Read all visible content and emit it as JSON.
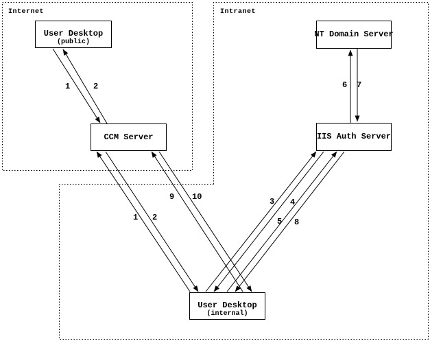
{
  "diagram": {
    "zones": [
      {
        "id": "internet",
        "label": "Internet"
      },
      {
        "id": "intranet",
        "label": "Intranet"
      }
    ],
    "nodes": {
      "user_desktop_public": {
        "title": "User Desktop",
        "subtitle": "(public)"
      },
      "ccm_server": {
        "title": "CCM Server"
      },
      "nt_domain_server": {
        "title": "NT Domain Server"
      },
      "iis_auth_server": {
        "title": "IIS Auth Server"
      },
      "user_desktop_internal": {
        "title": "User Desktop",
        "subtitle": "(internal)"
      }
    },
    "arrows": [
      {
        "label": "1",
        "from": "user-desktop-public",
        "to": "ccm-server"
      },
      {
        "label": "2",
        "from": "ccm-server",
        "to": "user-desktop-public"
      },
      {
        "label": "1",
        "from": "user-desktop-internal",
        "to": "ccm-server"
      },
      {
        "label": "2",
        "from": "ccm-server",
        "to": "user-desktop-internal"
      },
      {
        "label": "9",
        "from": "user-desktop-internal",
        "to": "ccm-server"
      },
      {
        "label": "10",
        "from": "ccm-server",
        "to": "user-desktop-internal"
      },
      {
        "label": "3",
        "from": "user-desktop-internal",
        "to": "iis-auth-server"
      },
      {
        "label": "4",
        "from": "iis-auth-server",
        "to": "user-desktop-internal"
      },
      {
        "label": "5",
        "from": "user-desktop-internal",
        "to": "iis-auth-server"
      },
      {
        "label": "8",
        "from": "iis-auth-server",
        "to": "user-desktop-internal"
      },
      {
        "label": "6",
        "from": "iis-auth-server",
        "to": "nt-domain-server"
      },
      {
        "label": "7",
        "from": "nt-domain-server",
        "to": "iis-auth-server"
      }
    ],
    "colors": {
      "line": "#000000",
      "background": "#ffffff"
    }
  }
}
